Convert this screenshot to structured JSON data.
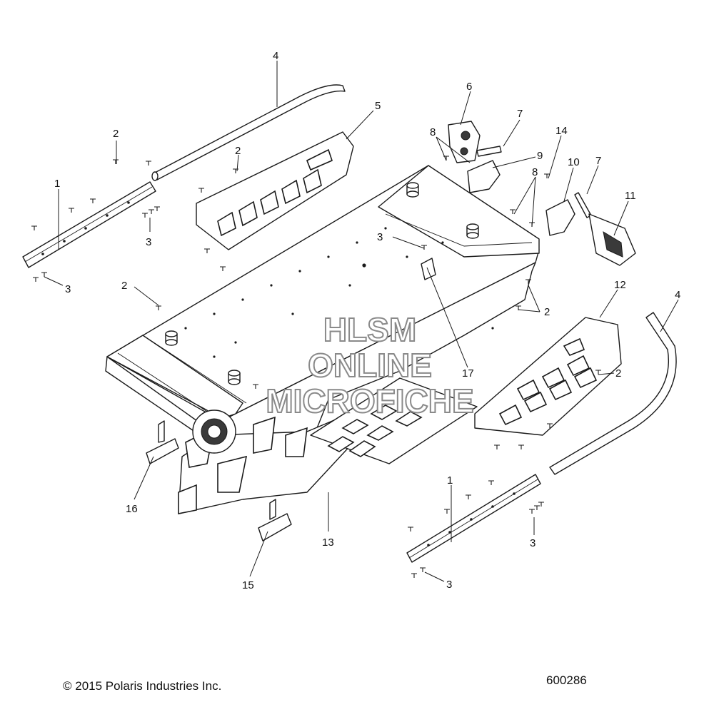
{
  "watermark": {
    "line1": "HLSM",
    "line2": "ONLINE",
    "line3": "MICROFICHE"
  },
  "callouts": [
    {
      "label": "1"
    },
    {
      "label": "2"
    },
    {
      "label": "2"
    },
    {
      "label": "3"
    },
    {
      "label": "3"
    },
    {
      "label": "4"
    },
    {
      "label": "5"
    },
    {
      "label": "6"
    },
    {
      "label": "7"
    },
    {
      "label": "8"
    },
    {
      "label": "9"
    },
    {
      "label": "14"
    },
    {
      "label": "10"
    },
    {
      "label": "7"
    },
    {
      "label": "8"
    },
    {
      "label": "11"
    },
    {
      "label": "3"
    },
    {
      "label": "2"
    },
    {
      "label": "12"
    },
    {
      "label": "4"
    },
    {
      "label": "2"
    },
    {
      "label": "2"
    },
    {
      "label": "17"
    },
    {
      "label": "16"
    },
    {
      "label": "13"
    },
    {
      "label": "15"
    },
    {
      "label": "1"
    },
    {
      "label": "3"
    },
    {
      "label": "3"
    }
  ],
  "footer": {
    "copyright": "© 2015 Polaris Industries Inc.",
    "figure_number": "600286"
  }
}
